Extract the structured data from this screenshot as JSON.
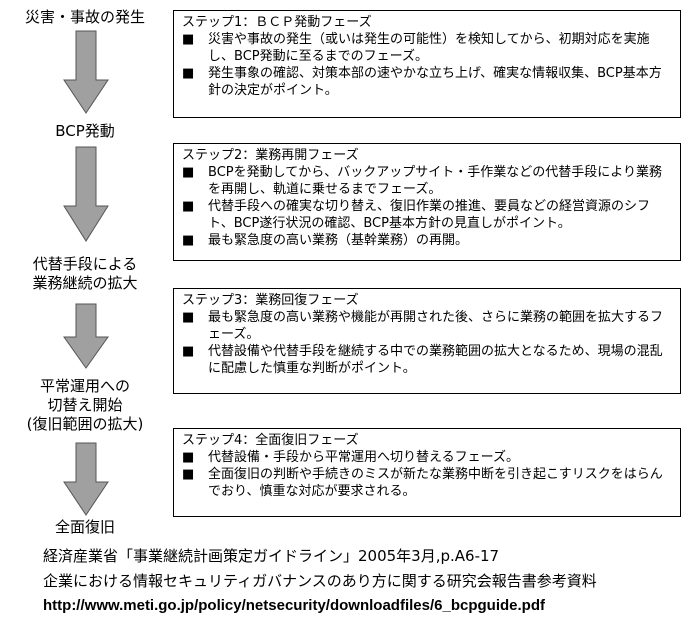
{
  "flow": {
    "labels": [
      "災害・事故の発生",
      "BCP発動",
      "代替手段による",
      "業務継続の拡大",
      "平常運用への",
      "切替え開始",
      "(復旧範囲の拡大)",
      "全面復旧"
    ]
  },
  "steps": [
    {
      "title": "ステップ1：ＢＣＰ発動フェーズ",
      "items": [
        "災害や事故の発生（或いは発生の可能性）を検知してから、初期対応を実施し、BCP発動に至るまでのフェーズ。",
        "発生事象の確認、対策本部の速やかな立ち上げ、確実な情報収集、BCP基本方針の決定がポイント。"
      ]
    },
    {
      "title": "ステップ2：業務再開フェーズ",
      "items": [
        "BCPを発動してから、バックアップサイト・手作業などの代替手段により業務を再開し、軌道に乗せるまでフェーズ。",
        "代替手段への確実な切り替え、復旧作業の推進、要員などの経営資源のシフト、BCP遂行状況の確認、BCP基本方針の見直しがポイント。",
        "最も緊急度の高い業務（基幹業務）の再開。"
      ]
    },
    {
      "title": "ステップ3：業務回復フェーズ",
      "items": [
        "最も緊急度の高い業務や機能が再開された後、さらに業務の範囲を拡大するフェーズ。",
        "代替設備や代替手段を継続する中での業務範囲の拡大となるため、現場の混乱に配慮した慎重な判断がポイント。"
      ]
    },
    {
      "title": "ステップ4：全面復旧フェーズ",
      "items": [
        "代替設備・手段から平常運用へ切り替えるフェーズ。",
        "全面復旧の判断や手続きのミスが新たな業務中断を引き起こすリスクをはらんでおり、慎重な対応が要求される。"
      ]
    }
  ],
  "bullet": "■",
  "footer": {
    "line1": "経済産業省「事業継続計画策定ガイドライン」2005年3月,p.A6-17",
    "line2": "企業における情報セキュリティガバナンスのあり方に関する研究会報告書参考資料",
    "url": "http://www.meti.go.jp/policy/netsecurity/downloadfiles/6_bcpguide.pdf"
  },
  "colors": {
    "arrow_fill": "#a0a0a0",
    "arrow_stroke": "#555555"
  }
}
